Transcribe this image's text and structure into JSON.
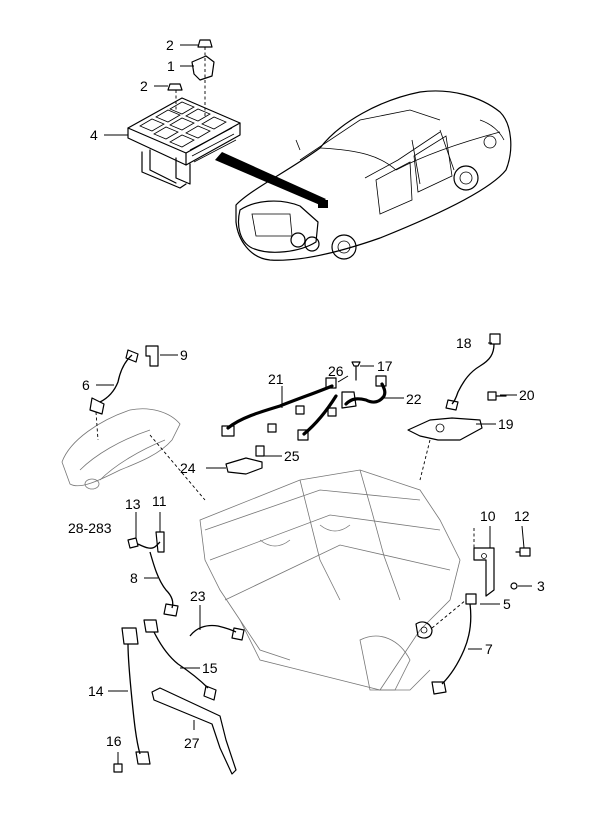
{
  "callouts": [
    {
      "id": "c2a",
      "text": "2"
    },
    {
      "id": "c1",
      "text": "1"
    },
    {
      "id": "c2b",
      "text": "2"
    },
    {
      "id": "c4",
      "text": "4"
    },
    {
      "id": "c9",
      "text": "9"
    },
    {
      "id": "c6",
      "text": "6"
    },
    {
      "id": "c18",
      "text": "18"
    },
    {
      "id": "c26",
      "text": "26"
    },
    {
      "id": "c17",
      "text": "17"
    },
    {
      "id": "c21",
      "text": "21"
    },
    {
      "id": "c22",
      "text": "22"
    },
    {
      "id": "c20",
      "text": "20"
    },
    {
      "id": "c19",
      "text": "19"
    },
    {
      "id": "c25",
      "text": "25"
    },
    {
      "id": "c24",
      "text": "24"
    },
    {
      "id": "c13",
      "text": "13"
    },
    {
      "id": "c11",
      "text": "11"
    },
    {
      "id": "c28283",
      "text": "28-283"
    },
    {
      "id": "c10",
      "text": "10"
    },
    {
      "id": "c12",
      "text": "12"
    },
    {
      "id": "c3",
      "text": "3"
    },
    {
      "id": "c8",
      "text": "8"
    },
    {
      "id": "c5",
      "text": "5"
    },
    {
      "id": "c23",
      "text": "23"
    },
    {
      "id": "c7",
      "text": "7"
    },
    {
      "id": "c15",
      "text": "15"
    },
    {
      "id": "c14",
      "text": "14"
    },
    {
      "id": "c27",
      "text": "27"
    },
    {
      "id": "c16",
      "text": "16"
    }
  ]
}
